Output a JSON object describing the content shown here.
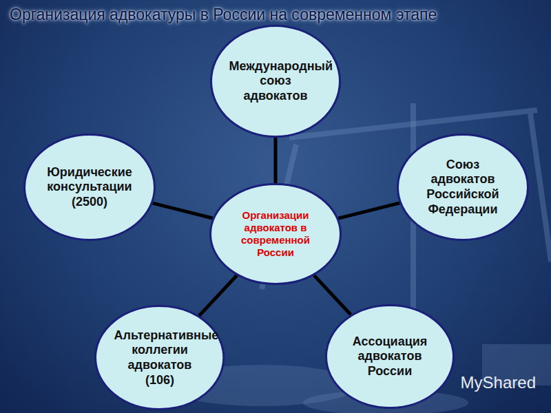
{
  "diagram": {
    "title": "Организация адвокатуры в России на современном этапе",
    "nodes": [
      {
        "text": [
          "Международный союз адвокатов"
        ]
      },
      {
        "text": [
          "Юридические консультации (2500)"
        ]
      },
      {
        "text": [
          "Союз адвокатов Российской Федерации"
        ]
      },
      {
        "text": [
          "Организации адвокатов в современной России"
        ]
      },
      {
        "text": [
          "Альтернативные коллегии адвокатов (106)"
        ]
      },
      {
        "text": [
          "Ассоциация адвокатов России"
        ]
      }
    ],
    "edges": [
      {
        "from": 3,
        "to": 0,
        "arrow": "none"
      },
      {
        "from": 3,
        "to": 1,
        "arrow": "none"
      },
      {
        "from": 3,
        "to": 2,
        "arrow": "none"
      },
      {
        "from": 3,
        "to": 4,
        "arrow": "none"
      },
      {
        "from": 3,
        "to": 5,
        "arrow": "none"
      }
    ],
    "labels": [
      "MyShared"
    ]
  }
}
